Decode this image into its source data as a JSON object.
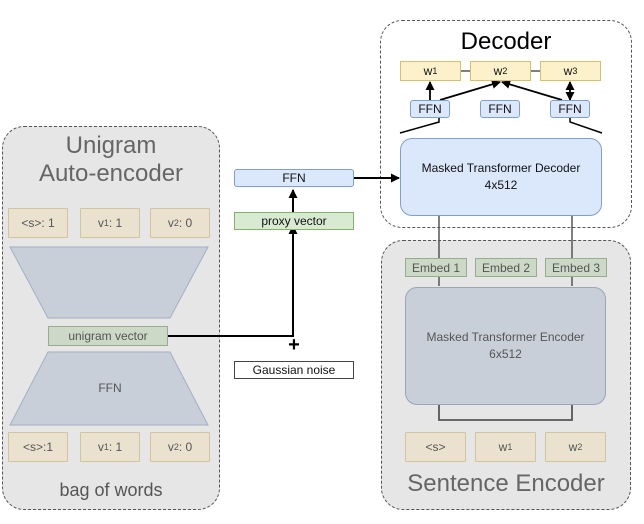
{
  "unigram_panel": {
    "title_line1": "Unigram",
    "title_line2": "Auto-encoder",
    "top_tokens": [
      {
        "base": "<s>: 1",
        "sub": ""
      },
      {
        "base": "v",
        "sub": "1",
        "rest": ": 1"
      },
      {
        "base": "v",
        "sub": "2",
        "rest": ": 0"
      }
    ],
    "bottom_tokens": [
      {
        "base": "<s>:1",
        "sub": ""
      },
      {
        "base": "v",
        "sub": "1",
        "rest": ": 1"
      },
      {
        "base": "v",
        "sub": "2",
        "rest": ": 0"
      }
    ],
    "unigram_vector_label": "unigram vector",
    "ffn_label": "FFN",
    "caption": "bag of words"
  },
  "middle": {
    "ffn_label": "FFN",
    "proxy_vector_label": "proxy vector",
    "plus_symbol": "+",
    "gaussian_noise_label": "Gaussian noise"
  },
  "decoder_panel": {
    "title": "Decoder",
    "outputs": [
      {
        "base": "w",
        "sub": "1"
      },
      {
        "base": "w",
        "sub": "2"
      },
      {
        "base": "w",
        "sub": "3"
      }
    ],
    "ffns": [
      "FFN",
      "FFN",
      "FFN"
    ],
    "block_line1": "Masked Transformer Decoder",
    "block_line2": "4x512"
  },
  "encoder_panel": {
    "title": "Sentence Encoder",
    "embeds": [
      "Embed 1",
      "Embed 2",
      "Embed 3"
    ],
    "block_line1": "Masked Transformer Encoder",
    "block_line2": "6x512",
    "inputs": [
      {
        "base": "<s>",
        "sub": ""
      },
      {
        "base": "w",
        "sub": "1"
      },
      {
        "base": "w",
        "sub": "2"
      }
    ]
  },
  "colors": {
    "gray_panel": "#e6e6e6",
    "trapezoid": "#c9cfd9",
    "ffn_blue": "#dbe8fb",
    "green": "#d9ead3",
    "output_yellow": "#fdf1cb"
  }
}
